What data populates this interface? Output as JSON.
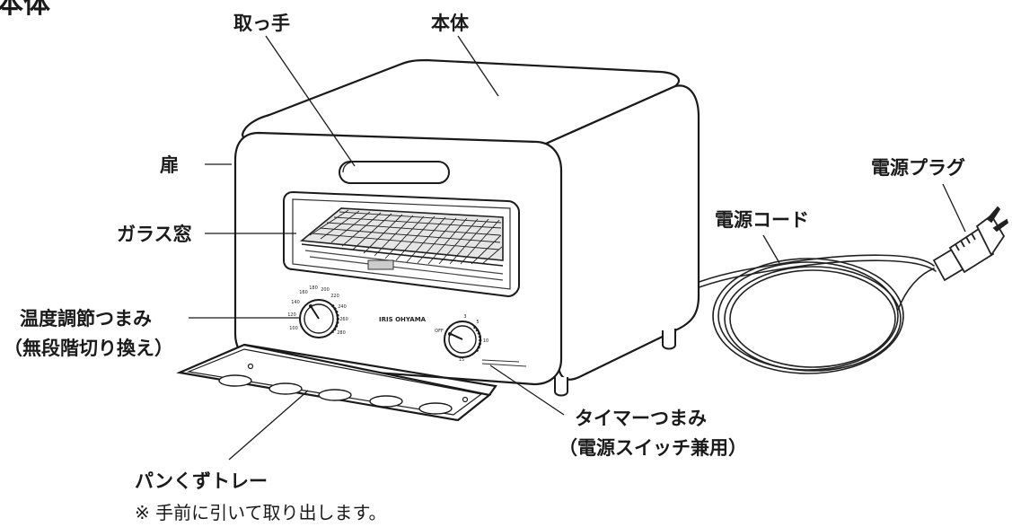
{
  "heading": "本体",
  "labels": {
    "handle": "取っ手",
    "body": "本体",
    "door": "扉",
    "glass_window": "ガラス窓",
    "power_plug": "電源プラグ",
    "power_cord": "電源コード",
    "temp_knob": "温度調節つまみ",
    "temp_knob_sub": "（無段階切り換え）",
    "timer_knob": "タイマーつまみ",
    "timer_knob_sub": "（電源スイッチ兼用）",
    "crumb_tray": "パンくずトレー",
    "crumb_tray_note": "※ 手前に引いて取り出します。"
  },
  "brand": "IRIS OHYAMA",
  "temp_dial_ticks": [
    "100",
    "120",
    "140",
    "160",
    "180",
    "200",
    "220",
    "240",
    "260",
    "280"
  ],
  "timer_dial_ticks": [
    "OFF",
    "3",
    "5",
    "10",
    "15"
  ]
}
